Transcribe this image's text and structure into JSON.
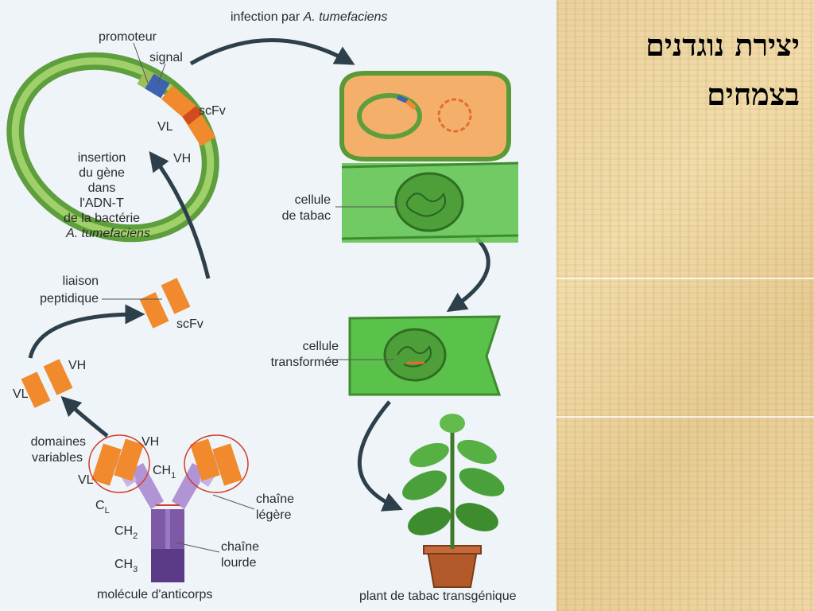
{
  "slide": {
    "title": "יצירת נוגדנים בצמחים",
    "accent_color": "#f08a2c",
    "background_color": "#ecd49e"
  },
  "figure": {
    "infection": "infection par",
    "agent": "A. tumefaciens",
    "promoteur": "promoteur",
    "signal": "signal",
    "scfv_top": "scFv",
    "vl_ring": "VL",
    "vh_ring": "VH",
    "insertion_1": "insertion",
    "insertion_2": "du gène",
    "insertion_3": "dans",
    "insertion_4": "l'ADN-T",
    "insertion_5": "de la bactérie",
    "insertion_6": "A. tumefaciens",
    "liaison_1": "liaison",
    "liaison_2": "peptidique",
    "scfv_mid": "scFv",
    "vh_free": "VH",
    "vl_free": "VL",
    "domaines_1": "domaines",
    "domaines_2": "variables",
    "vh_ab": "VH",
    "vl_ab": "VL",
    "ch1": "CH",
    "ch1_sub": "1",
    "cl": "C",
    "cl_sub": "L",
    "ch2": "CH",
    "ch2_sub": "2",
    "ch3": "CH",
    "ch3_sub": "3",
    "chaine_legere_1": "chaîne",
    "chaine_legere_2": "légère",
    "chaine_lourde_1": "chaîne",
    "chaine_lourde_2": "lourde",
    "anticorps": "molécule d'anticorps",
    "tabac_1": "cellule",
    "tabac_2": "de tabac",
    "transf_1": "cellule",
    "transf_2": "transformée",
    "plant": "plant de tabac transgénique"
  }
}
